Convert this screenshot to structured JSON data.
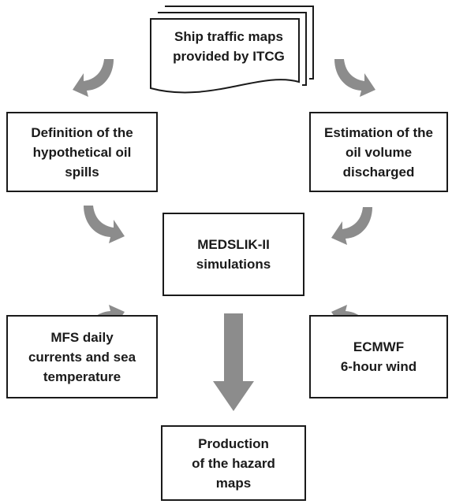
{
  "nodes": {
    "ship_traffic": "Ship traffic maps\nprovided by ITCG",
    "definition": "Definition of the\nhypothetical oil\nspills",
    "estimation": "Estimation of the\noil volume\ndischarged",
    "medslik": "MEDSLIK-II\nsimulations",
    "mfs": "MFS daily\ncurrents and sea\ntemperature",
    "ecmwf": "ECMWF\n6-hour wind",
    "production": "Production\nof the hazard\nmaps"
  },
  "colors": {
    "arrow": "#8c8c8c",
    "border": "#1a1a1a"
  }
}
